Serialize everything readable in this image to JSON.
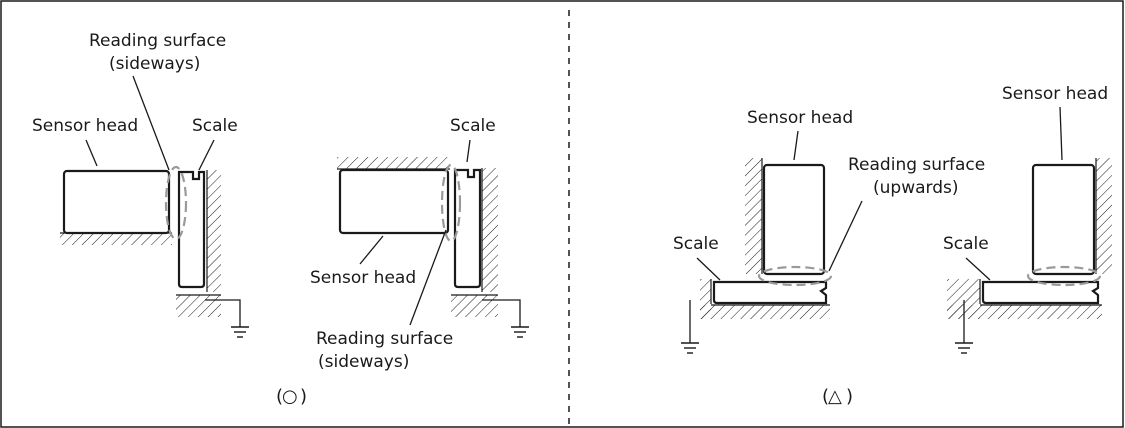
{
  "colors": {
    "ink": "#1a1a1a",
    "dashed_ellipse": "#9a9a9a",
    "background": "#ffffff"
  },
  "left_panel": {
    "caption_symbol": "○",
    "diagram_1": {
      "reading_surface_line1": "Reading surface",
      "reading_surface_line2": "(sideways)",
      "sensor_head": "Sensor head",
      "scale": "Scale"
    },
    "diagram_2": {
      "scale": "Scale",
      "sensor_head": "Sensor head",
      "reading_surface_line1": "Reading surface",
      "reading_surface_line2": "(sideways)"
    }
  },
  "right_panel": {
    "caption_symbol": "△",
    "diagram_3": {
      "sensor_head": "Sensor head",
      "reading_surface_line1": "Reading surface",
      "reading_surface_line2": "(upwards)",
      "scale": "Scale"
    },
    "diagram_4": {
      "sensor_head": "Sensor head",
      "scale": "Scale"
    }
  },
  "icons": [
    "ground-icon",
    "hatched-mounting-surface"
  ]
}
